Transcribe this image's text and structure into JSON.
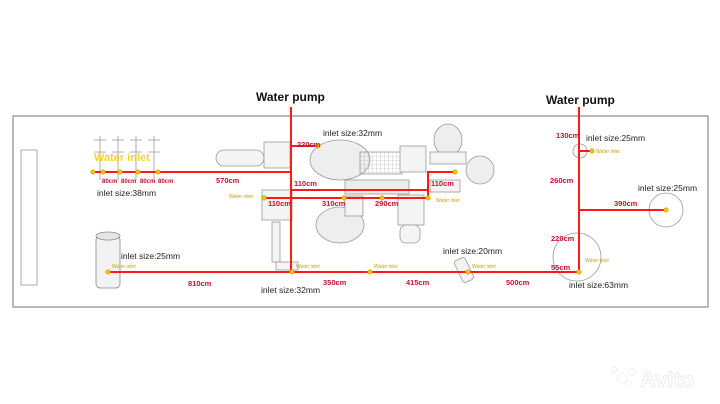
{
  "pumps": [
    {
      "label": "Water pump"
    },
    {
      "label": "Water pump"
    }
  ],
  "inlet_sizes": [
    "inlet size:32mm",
    "inlet size:25mm",
    "inlet size:38mm",
    "inlet size:25mm",
    "inlet size:25mm",
    "inlet size:20mm",
    "inlet size:32mm",
    "inlet size:63mm"
  ],
  "dimensions": [
    "220cm",
    "570cm",
    "110cm",
    "110cm",
    "110cm",
    "310cm",
    "290cm",
    "130cm",
    "260cm",
    "390cm",
    "220cm",
    "55cm",
    "810cm",
    "350cm",
    "415cm",
    "500cm",
    "80cm",
    "80cm",
    "80cm",
    "80cm"
  ],
  "water_inlet_big": "Water inlet",
  "water_inlet_small": "Water inlet",
  "watermark": "Avito",
  "colors": {
    "pipe": "#ff1a1a",
    "dimension_text": "#c8102e",
    "inlet_dot": "#f5c400",
    "outline": "#888888"
  }
}
